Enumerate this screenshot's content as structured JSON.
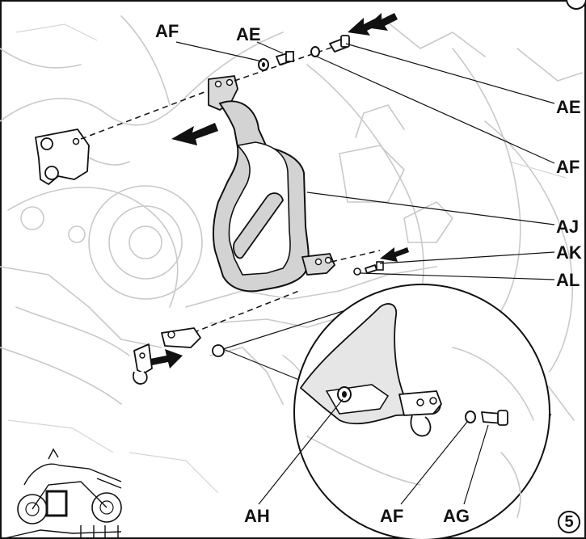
{
  "labels": {
    "af_top": "AF",
    "ae_top": "AE",
    "ae_right": "AE",
    "af_right": "AF",
    "aj": "AJ",
    "ak": "AK",
    "al": "AL",
    "ah": "AH",
    "af_bottom": "AF",
    "ag": "AG"
  },
  "step_number": "5",
  "colors": {
    "line": "#111111",
    "ghost": "#c9c9c9",
    "part_fill": "#d9d9d9"
  }
}
